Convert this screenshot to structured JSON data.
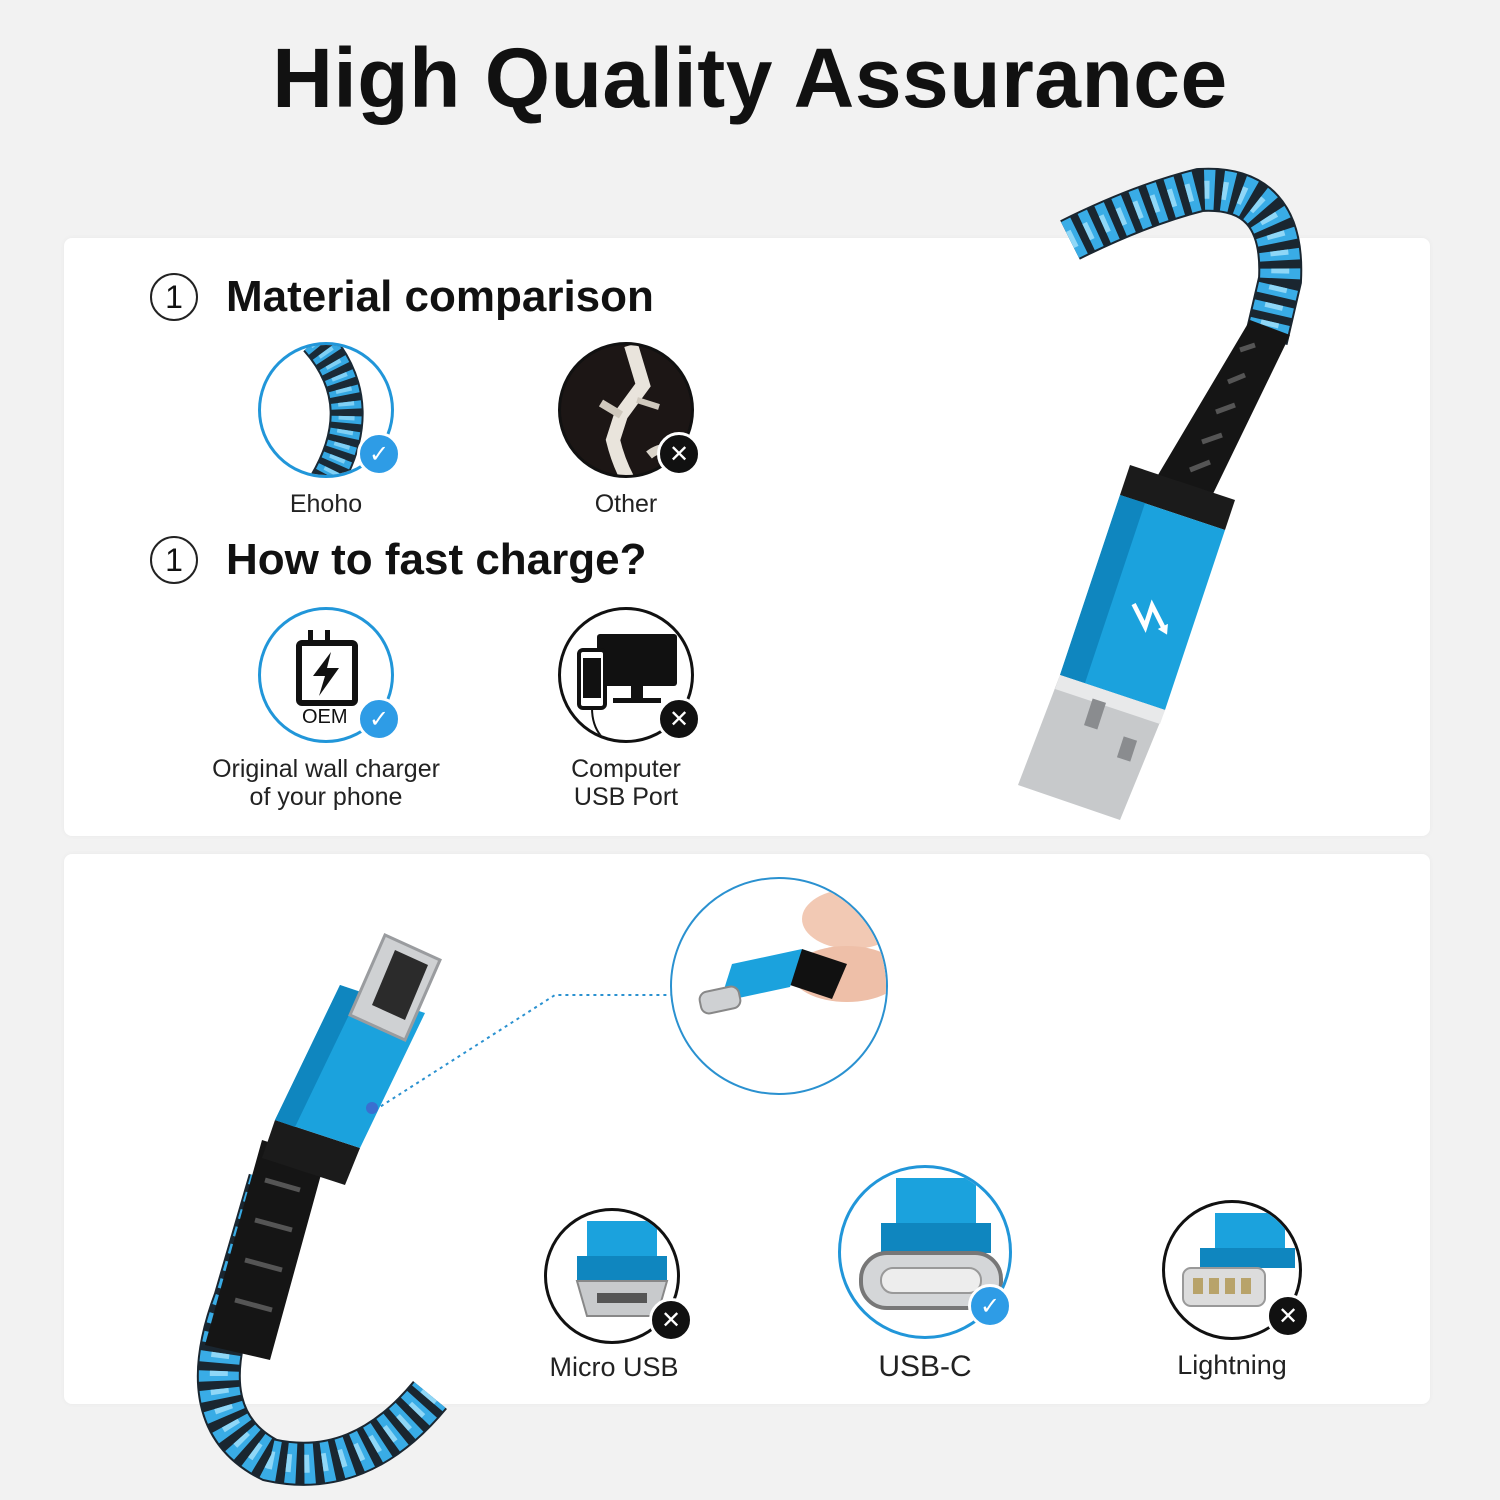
{
  "title": "High Quality Assurance",
  "section1": {
    "num": "1",
    "title": "Material comparison",
    "items": [
      {
        "label": "Ehoho"
      },
      {
        "label": "Other"
      }
    ]
  },
  "section2": {
    "num": "1",
    "title": "How to fast charge?",
    "oem_label": "OEM",
    "items": [
      {
        "line1": "Original wall charger",
        "line2": "of your phone"
      },
      {
        "line1": "Computer",
        "line2": "USB Port"
      }
    ]
  },
  "connectors": [
    {
      "label": "Micro USB"
    },
    {
      "label": "USB-C"
    },
    {
      "label": "Lightning"
    }
  ],
  "colors": {
    "accent": "#1aa3dc",
    "check": "#2e9ce6",
    "cross": "#111111",
    "braid_dark": "#1b2630"
  },
  "icons": {
    "check": "check-icon",
    "cross": "cross-icon"
  }
}
